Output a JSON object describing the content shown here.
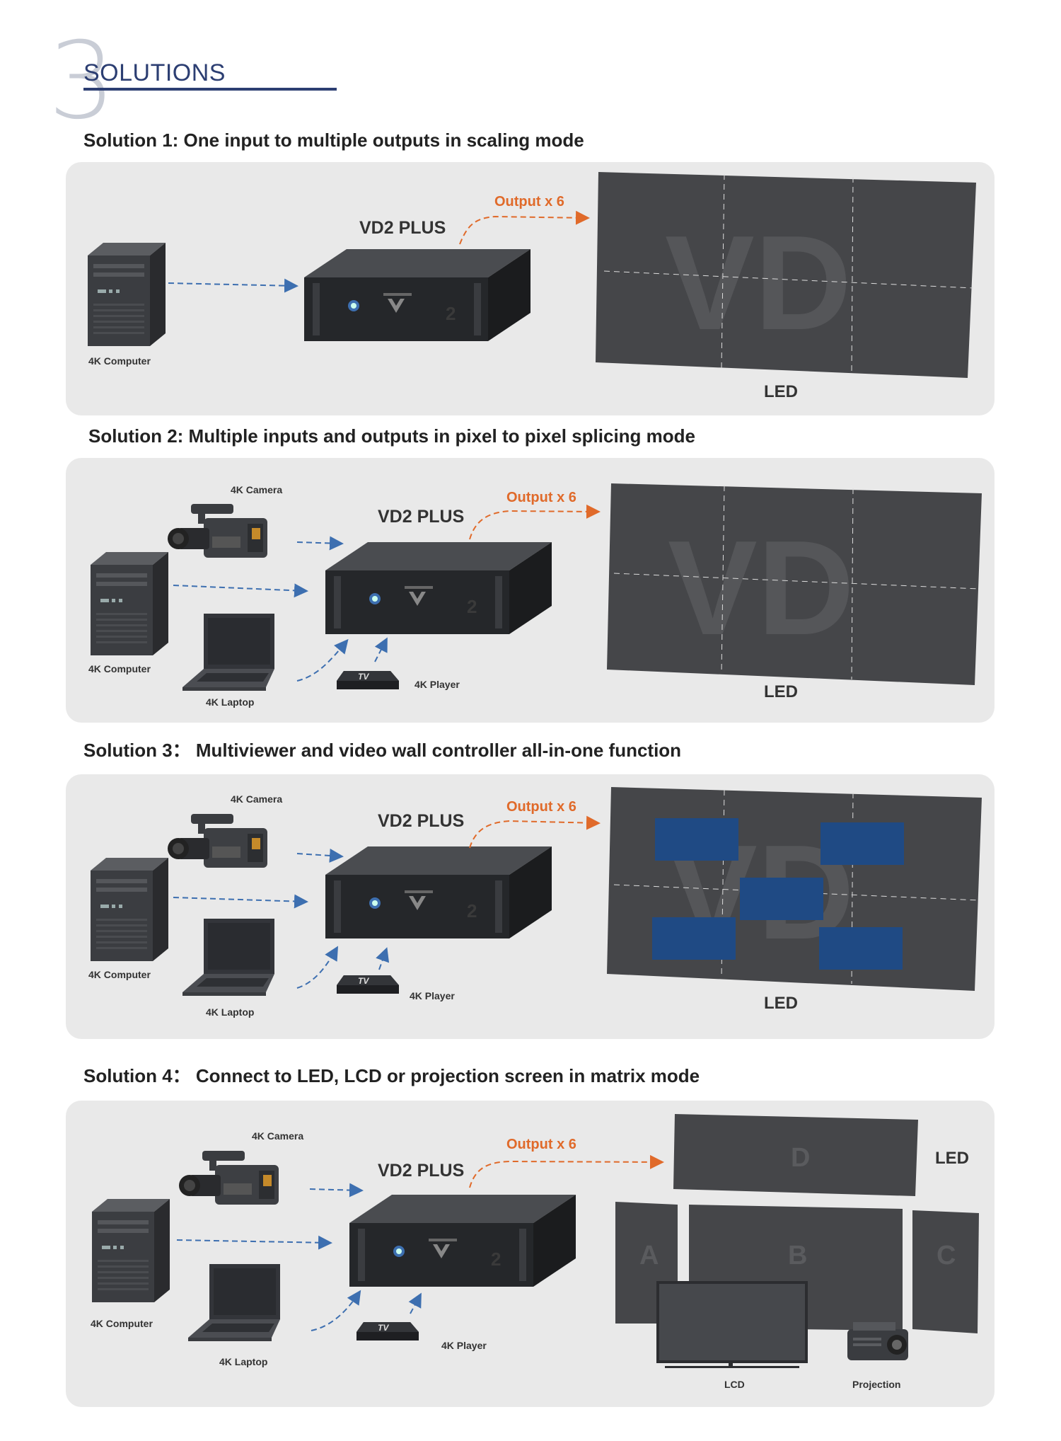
{
  "section": {
    "number": "3",
    "title": "SOLUTIONS"
  },
  "solutions": [
    {
      "heading": "Solution 1: One input to multiple outputs in scaling mode",
      "device": "VD2 PLUS",
      "output": "Output x 6",
      "sources": {
        "computer": "4K Computer"
      },
      "display": "LED"
    },
    {
      "heading": "Solution 2: Multiple inputs and outputs in pixel to pixel splicing mode",
      "device": "VD2 PLUS",
      "output": "Output x 6",
      "sources": {
        "camera": "4K Camera",
        "computer": "4K Computer",
        "laptop": "4K Laptop",
        "player": "4K Player"
      },
      "display": "LED"
    },
    {
      "heading": "Solution 3： Multiviewer and video wall controller all-in-one function",
      "device": "VD2 PLUS",
      "output": "Output x 6",
      "sources": {
        "camera": "4K Camera",
        "computer": "4K Computer",
        "laptop": "4K Laptop",
        "player": "4K Player"
      },
      "display": "LED"
    },
    {
      "heading": "Solution 4： Connect to LED, LCD or projection screen in matrix mode",
      "device": "VD2 PLUS",
      "output": "Output x 6",
      "sources": {
        "camera": "4K Camera",
        "computer": "4K Computer",
        "laptop": "4K Laptop",
        "player": "4K Player"
      },
      "display": "LED",
      "screens": {
        "a": "A",
        "b": "B",
        "c": "C",
        "d": "D",
        "lcd": "LCD",
        "projection": "Projection"
      }
    }
  ],
  "wall_watermark": "VD",
  "player_logo": "TV",
  "colors": {
    "accent_blue": "#2c3e72",
    "output_orange": "#e06a2a",
    "arrow_blue": "#3d6fb0",
    "panel_bg": "#e9e9e9",
    "screen_dark": "#444444",
    "window_blue": "#1f4a84"
  }
}
